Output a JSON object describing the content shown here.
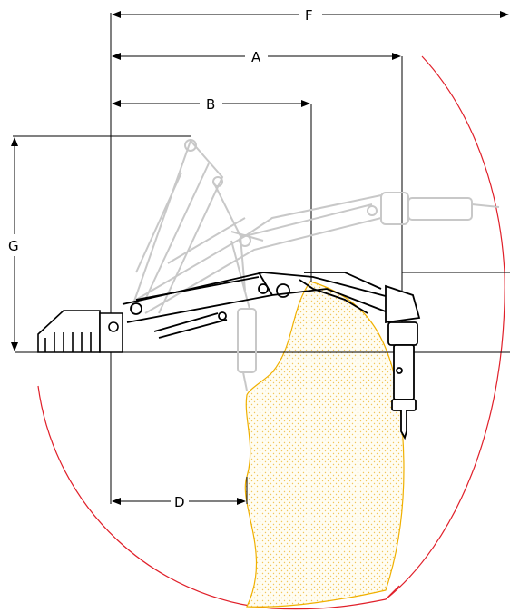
{
  "dimensions": {
    "F": "F",
    "A": "A",
    "B": "B",
    "G": "G",
    "D": "D"
  },
  "colors": {
    "reach_arc": "#e0202a",
    "work_zone_outline": "#f0b000",
    "work_zone_fill": "#fdf3c8",
    "line": "#000000",
    "ghost": "#c8c8c8"
  }
}
